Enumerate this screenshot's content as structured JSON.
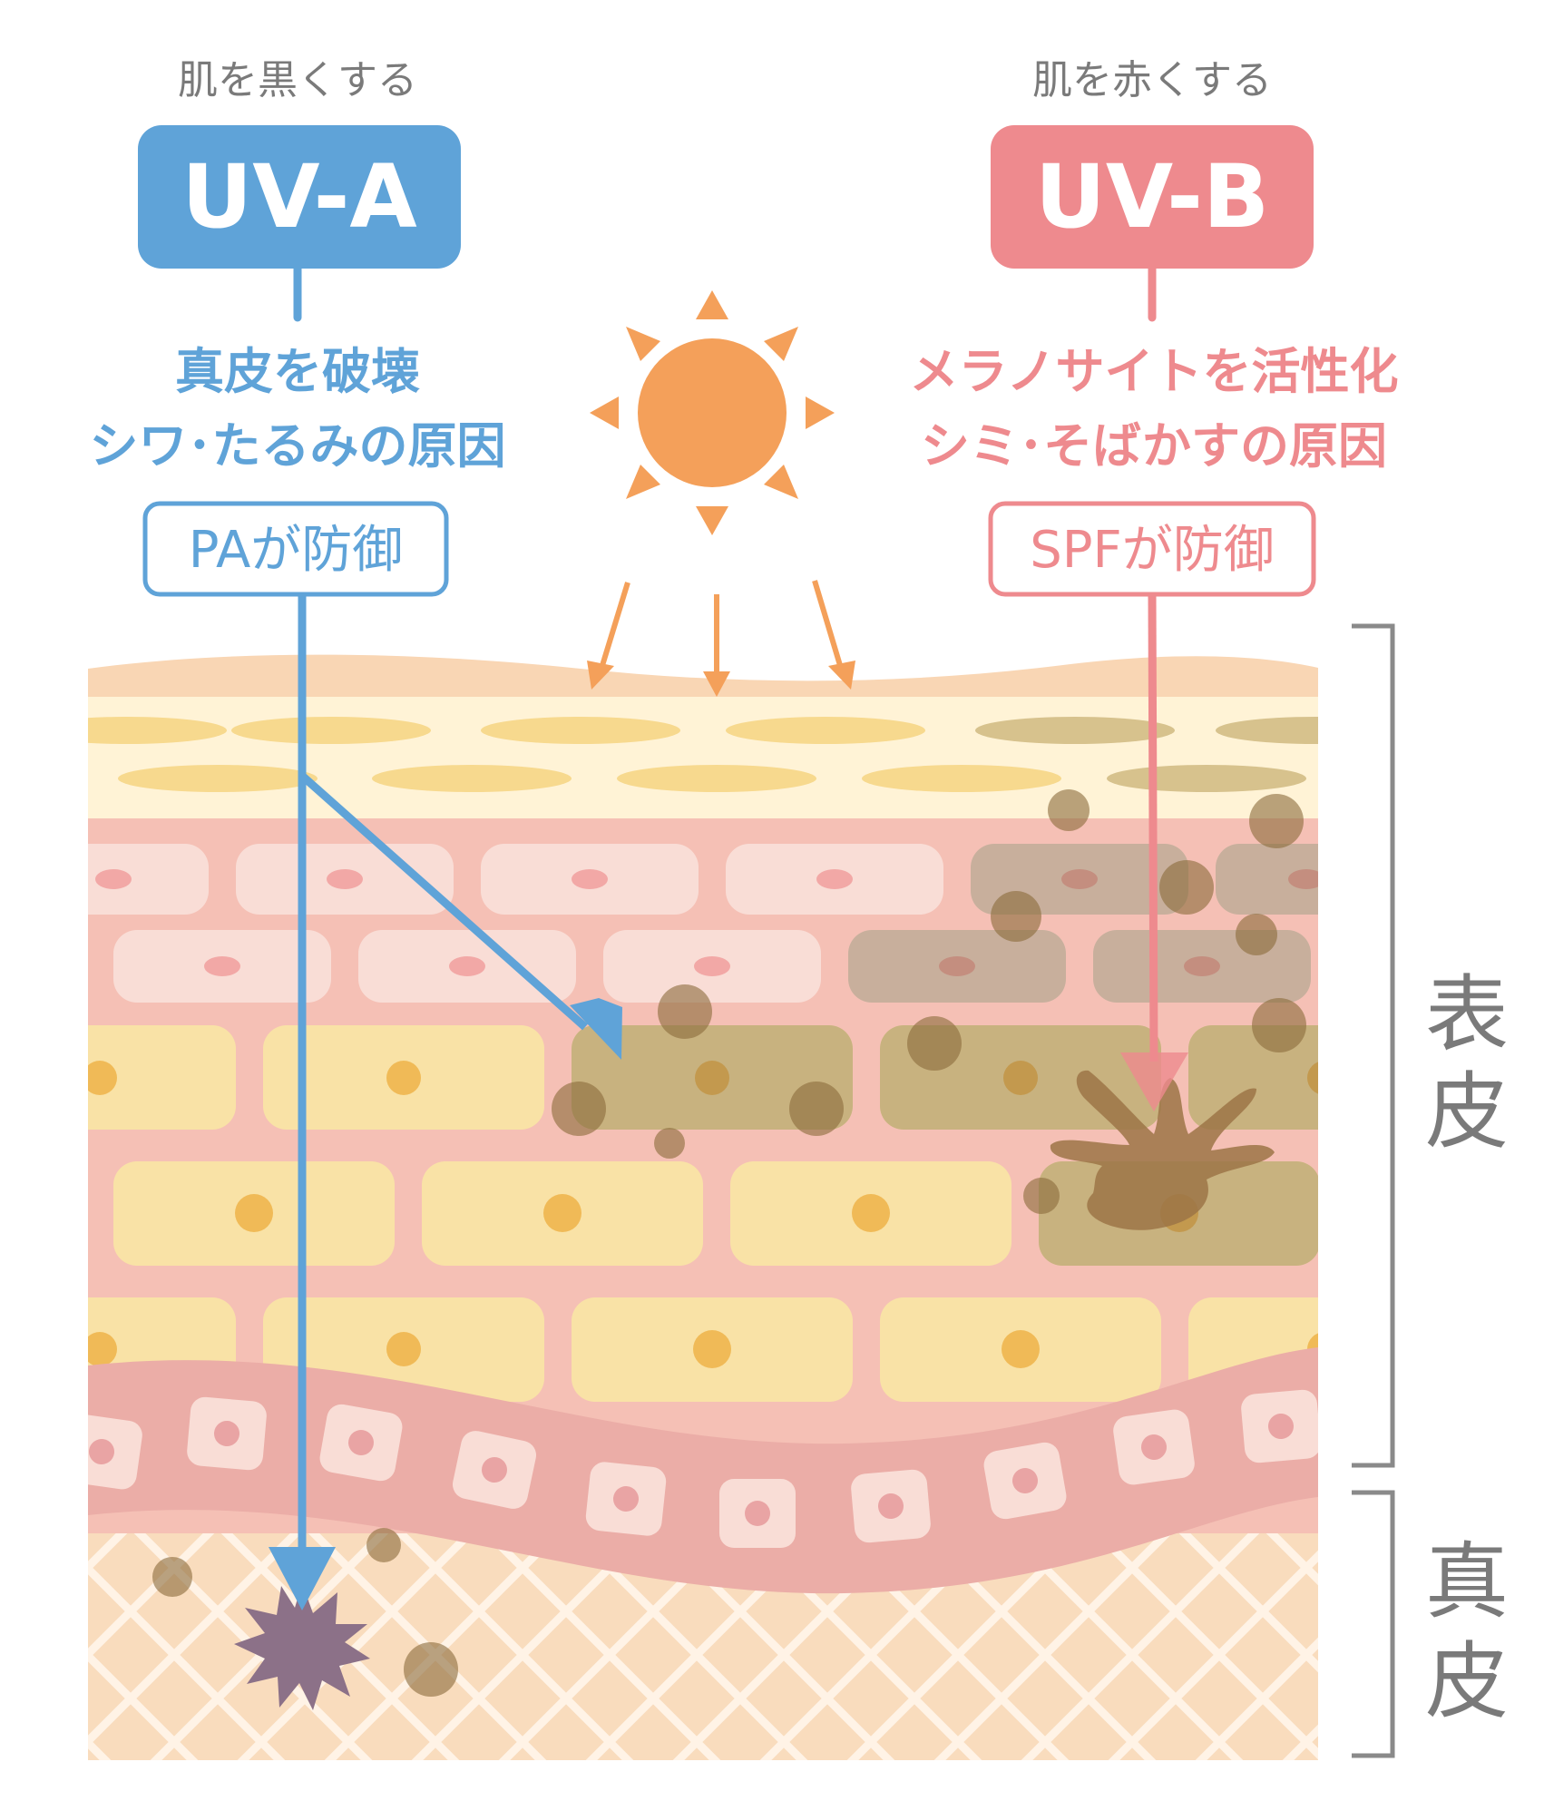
{
  "uva": {
    "caption": "肌を黒くする",
    "label": "UV-A",
    "effect_line1": "真皮を破壊",
    "effect_line2": "シワ･たるみの原因",
    "defense": "PAが防御"
  },
  "uvb": {
    "caption": "肌を赤くする",
    "label": "UV-B",
    "effect_line1": "メラノサイトを活性化",
    "effect_line2": "シミ･そばかすの原因",
    "defense": "SPFが防御"
  },
  "layers": {
    "epidermis_c1": "表",
    "epidermis_c2": "皮",
    "dermis_c1": "真",
    "dermis_c2": "皮"
  },
  "colors": {
    "uva": "#5FA3D8",
    "uvb": "#EE8A8E",
    "sun": "#F4A05A",
    "gray_text": "#7A7A7A"
  },
  "icons": [
    "sun-icon",
    "damage-star-icon",
    "melanocyte-icon"
  ]
}
